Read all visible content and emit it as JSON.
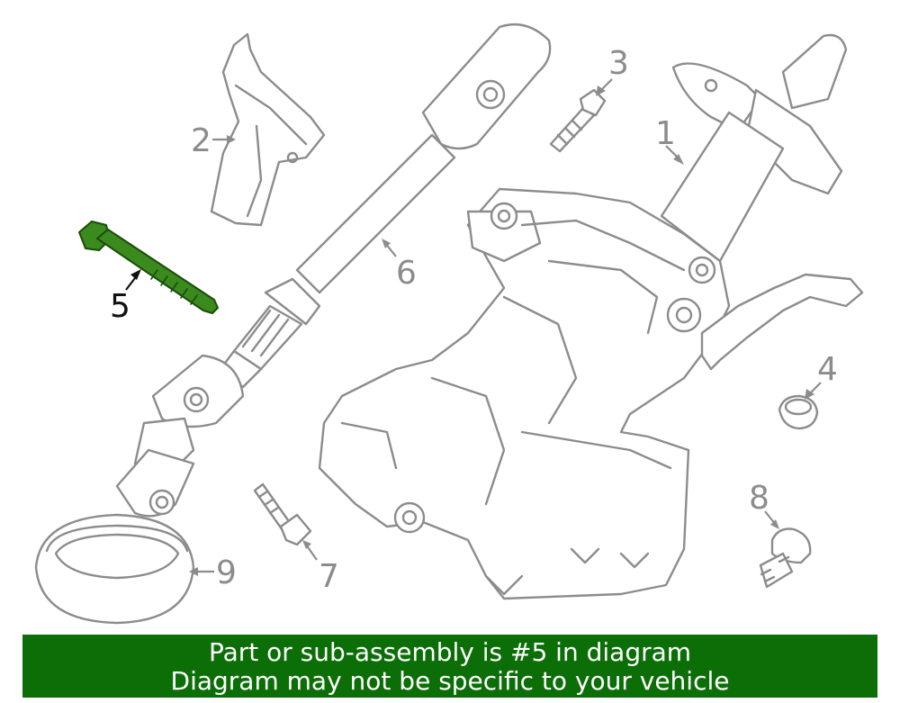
{
  "callouts": [
    {
      "id": "1",
      "label": "1"
    },
    {
      "id": "2",
      "label": "2"
    },
    {
      "id": "3",
      "label": "3"
    },
    {
      "id": "4",
      "label": "4"
    },
    {
      "id": "5",
      "label": "5"
    },
    {
      "id": "6",
      "label": "6"
    },
    {
      "id": "7",
      "label": "7"
    },
    {
      "id": "8",
      "label": "8"
    },
    {
      "id": "9",
      "label": "9"
    }
  ],
  "highlighted_part": "5",
  "colors": {
    "highlight_part": "#3a8a1e",
    "banner_bg": "#0b6e06",
    "line_art": "#8c8c8c"
  },
  "banner": {
    "line1": "Part or sub-assembly is #5 in diagram",
    "line2": "Diagram may not be specific to your vehicle"
  }
}
